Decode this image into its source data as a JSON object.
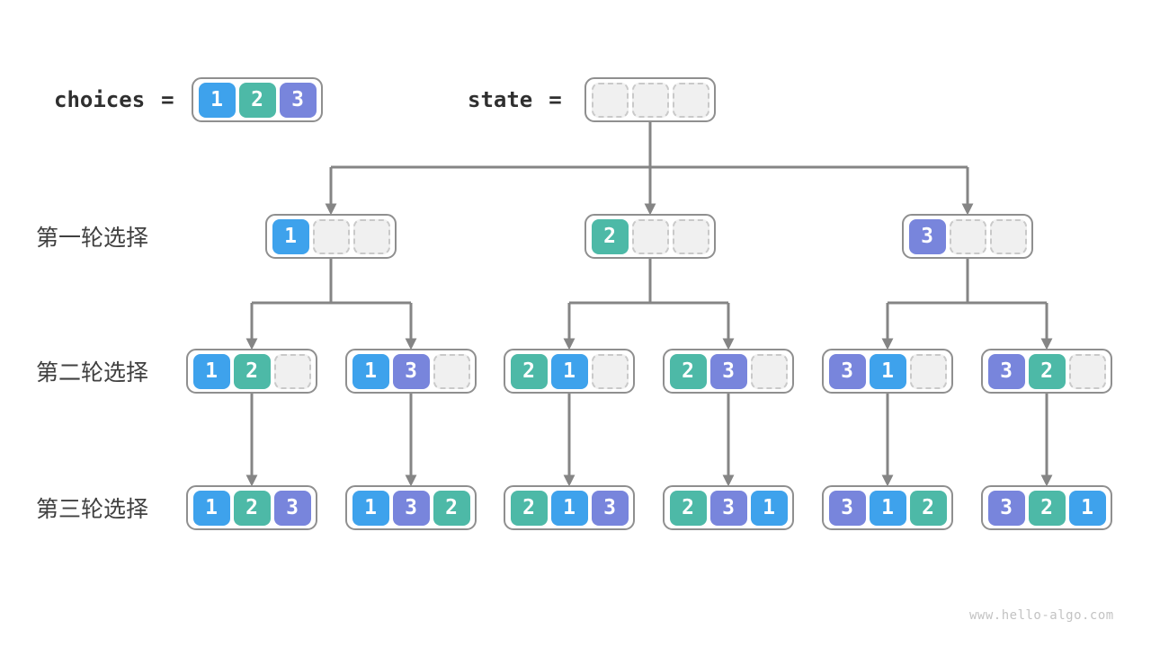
{
  "header": {
    "choices_label": "choices",
    "equals": "=",
    "choices": [
      1,
      2,
      3
    ],
    "state_label": "state",
    "state": [
      null,
      null,
      null
    ]
  },
  "rows": [
    {
      "label": "第一轮选择",
      "boxes": [
        [
          1,
          null,
          null
        ],
        [
          2,
          null,
          null
        ],
        [
          3,
          null,
          null
        ]
      ]
    },
    {
      "label": "第二轮选择",
      "boxes": [
        [
          1,
          2,
          null
        ],
        [
          1,
          3,
          null
        ],
        [
          2,
          1,
          null
        ],
        [
          2,
          3,
          null
        ],
        [
          3,
          1,
          null
        ],
        [
          3,
          2,
          null
        ]
      ]
    },
    {
      "label": "第三轮选择",
      "boxes": [
        [
          1,
          2,
          3
        ],
        [
          1,
          3,
          2
        ],
        [
          2,
          1,
          3
        ],
        [
          2,
          3,
          1
        ],
        [
          3,
          1,
          2
        ],
        [
          3,
          2,
          1
        ]
      ]
    }
  ],
  "colors": {
    "value_1": "#3ea2ec",
    "value_2": "#4db9a7",
    "value_3": "#7885dc",
    "arrow": "#858585",
    "box_border": "#8f8f8f",
    "empty_cell_bg": "#f0f0f0",
    "empty_cell_border": "#c9c9c9"
  },
  "watermark": "www.hello-algo.com"
}
